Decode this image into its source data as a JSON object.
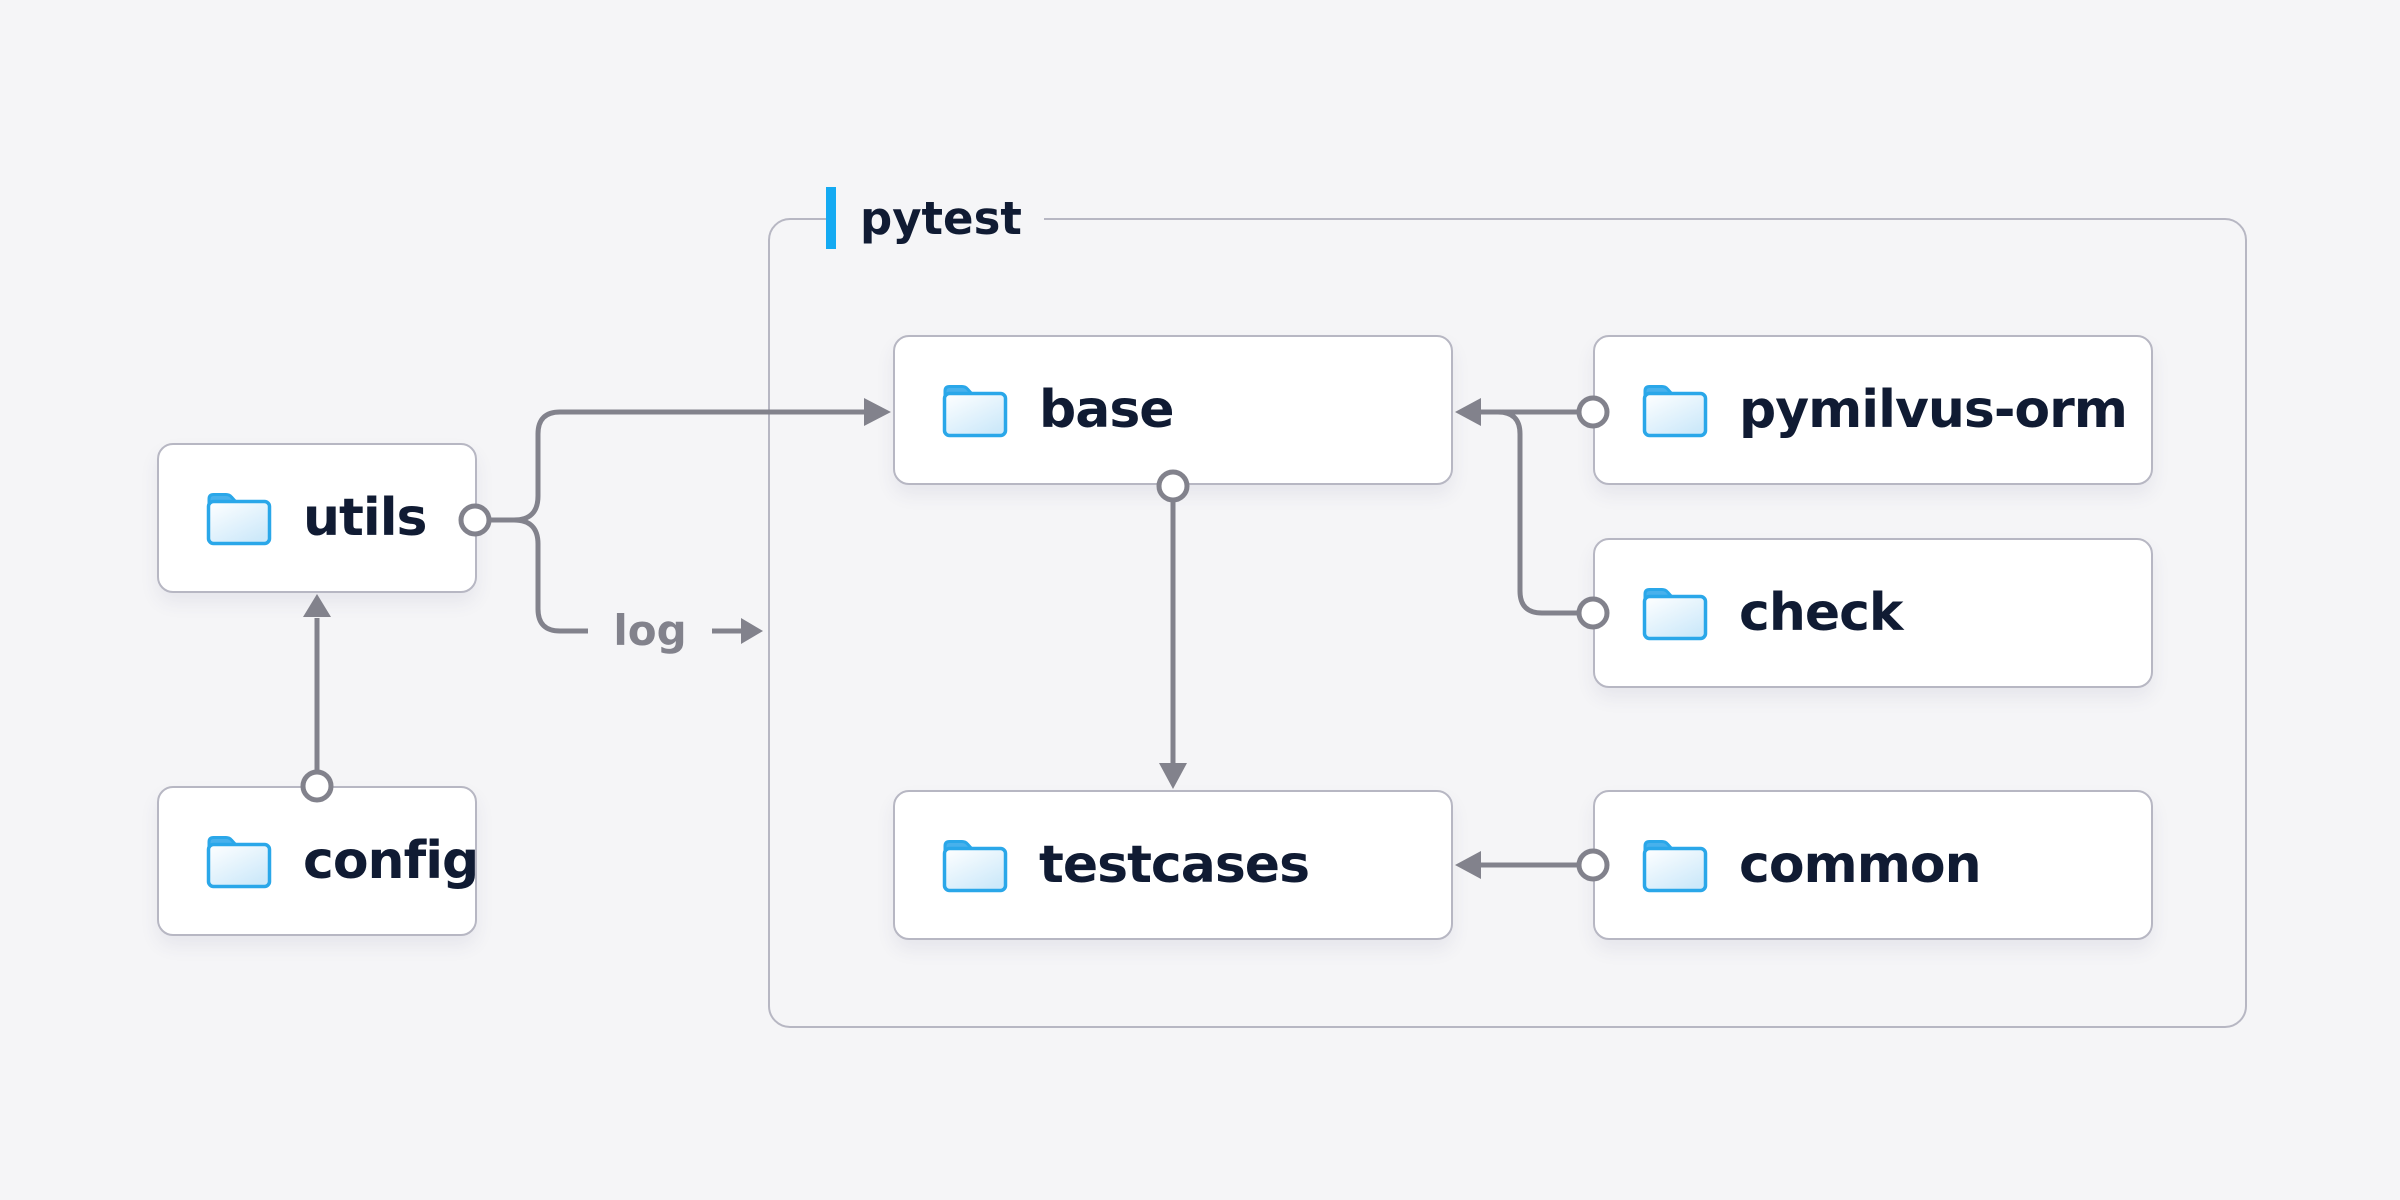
{
  "diagram": {
    "container": {
      "label": "pytest"
    },
    "nodes": [
      {
        "id": "utils",
        "label": "utils",
        "group": null
      },
      {
        "id": "config",
        "label": "config",
        "group": null
      },
      {
        "id": "base",
        "label": "base",
        "group": "pytest"
      },
      {
        "id": "pymilvus-orm",
        "label": "pymilvus-orm",
        "group": "pytest"
      },
      {
        "id": "check",
        "label": "check",
        "group": "pytest"
      },
      {
        "id": "testcases",
        "label": "testcases",
        "group": "pytest"
      },
      {
        "id": "common",
        "label": "common",
        "group": "pytest"
      }
    ],
    "edges": [
      {
        "from": "config",
        "to": "utils",
        "label": ""
      },
      {
        "from": "utils",
        "to": "base",
        "label": ""
      },
      {
        "from": "utils",
        "to": "pytest",
        "label": "log"
      },
      {
        "from": "base",
        "to": "testcases",
        "label": ""
      },
      {
        "from": "pymilvus-orm",
        "to": "base",
        "label": ""
      },
      {
        "from": "check",
        "to": "base",
        "label": ""
      },
      {
        "from": "common",
        "to": "testcases",
        "label": ""
      }
    ],
    "colors": {
      "background": "#f5f5f7",
      "node_fill": "#ffffff",
      "node_border": "#b7b7c3",
      "node_text": "#101b33",
      "edge_gray": "#82828c",
      "accent_blue": "#14aaf2",
      "folder_stroke": "#2aa7e9",
      "folder_tab": "#48b1ec",
      "folder_body_light": "#ffffff",
      "folder_body_shade": "#cde9fa"
    }
  }
}
